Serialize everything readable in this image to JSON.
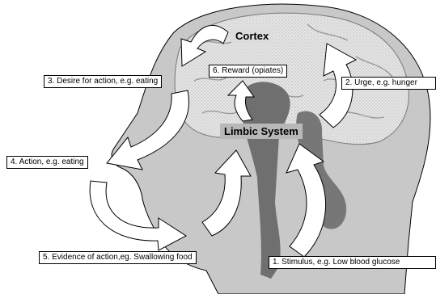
{
  "colors": {
    "head": "#c8c8c8",
    "brain": "#e8e8e8",
    "brain_texture": "#bdbdbd",
    "limbic": "#6f6f6f",
    "arrow_fill": "#ffffff",
    "outline": "#000000"
  },
  "regions": {
    "cortex": "Cortex",
    "limbic": "Limbic System"
  },
  "steps": [
    {
      "label": "1. Stimulus, e.g. Low blood glucose"
    },
    {
      "label": "2. Urge, e.g. hunger"
    },
    {
      "label": "3. Desire for action, e.g. eating"
    },
    {
      "label": "4. Action, e.g. eating"
    },
    {
      "label": "5. Evidence of action,eg. Swallowing food"
    },
    {
      "label": "6. Reward (opiates)"
    }
  ]
}
